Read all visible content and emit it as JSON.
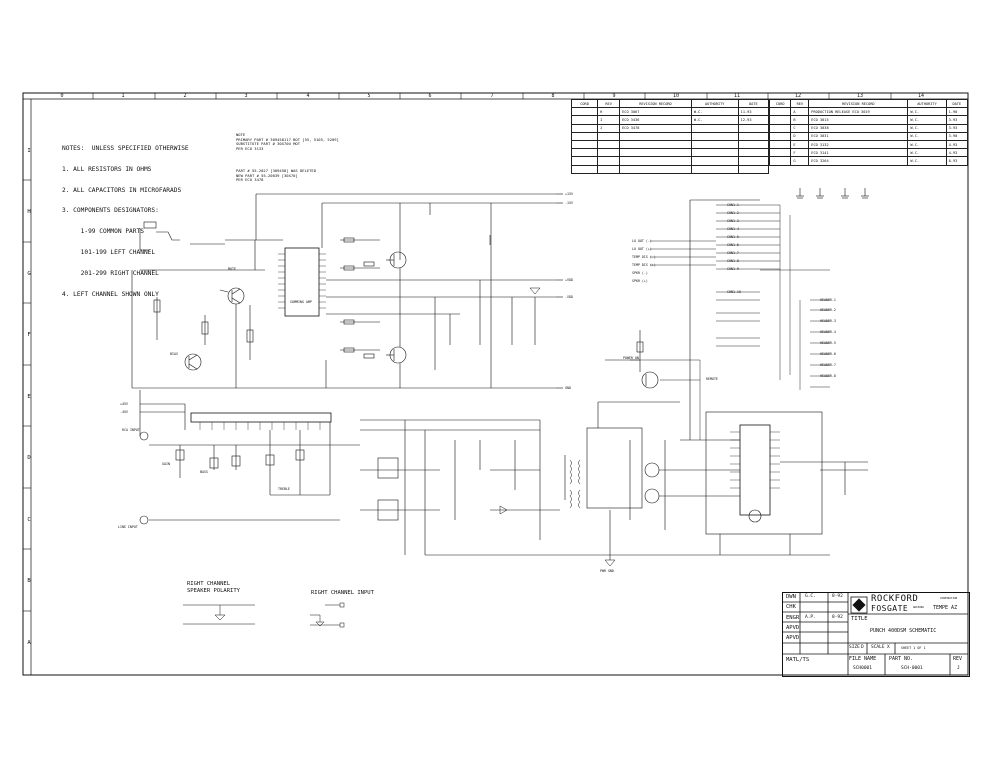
{
  "notes": {
    "header": "NOTES:  UNLESS SPECIFIED OTHERWISE",
    "lines": [
      "1. ALL RESISTORS IN OHMS",
      "2. ALL CAPACITORS IN MICROFARADS",
      "3. COMPONENTS DESIGNATORS:",
      "     1-99 COMMON PARTS",
      "     101-199 LEFT CHANNEL",
      "     201-299 RIGHT CHANNEL",
      "4. LEFT CHANNEL SHOWN ONLY"
    ],
    "right_block_1": "NOTE\nPRIMARY PART # 309458117 BOT [55, 5105, 5209]\nSUBSTITUTE PART # 30X70U MOT\nPER ECO 3133",
    "right_block_2": "PART # 55-2027 [309458] WAS DELETED\nNEW PART # 55-20039 [30X70]\nPER ECO 3478"
  },
  "grid": {
    "columns": [
      "0",
      "1",
      "2",
      "3",
      "4",
      "5",
      "6",
      "7",
      "8",
      "9",
      "10",
      "11",
      "12",
      "13",
      "14"
    ],
    "rows": [
      "I",
      "H",
      "G",
      "F",
      "E",
      "D",
      "C",
      "B",
      "A"
    ]
  },
  "revisions": {
    "headers": [
      "CORD",
      "REV",
      "REVISION RECORD",
      "AUTHORITY",
      "DATE"
    ],
    "left": [
      [
        "",
        "H",
        "ECO 3067",
        "W.C.",
        "11-93"
      ],
      [
        "",
        "I",
        "ECO 3436",
        "W.C.",
        "12-93"
      ],
      [
        "",
        "J",
        "ECO 3478",
        "",
        ""
      ],
      [
        "",
        "",
        "",
        "",
        ""
      ],
      [
        "",
        "",
        "",
        "",
        ""
      ],
      [
        "",
        "",
        "",
        "",
        ""
      ],
      [
        "",
        "",
        "",
        "",
        ""
      ],
      [
        "",
        "",
        "",
        "",
        ""
      ]
    ],
    "right": [
      [
        "",
        "A",
        "PRODUCTION RELEASE ECO 3019",
        "W.C.",
        "1-90"
      ],
      [
        "",
        "B",
        "ECO 3015",
        "W.C.",
        "3-93"
      ],
      [
        "",
        "C",
        "ECO 3038",
        "W.C.",
        "3-93"
      ],
      [
        "",
        "D",
        "ECO 3031",
        "W.C.",
        "3-90"
      ],
      [
        "",
        "E",
        "ECO 3132",
        "W.C.",
        "4-93"
      ],
      [
        "",
        "F",
        "ECO 3141",
        "W.C.",
        "4-93"
      ],
      [
        "",
        "G",
        "ECO 3264",
        "W.C.",
        "8-93"
      ]
    ]
  },
  "title_block": {
    "dwn_label": "DWN",
    "dwn": "G.C.",
    "dwn_date": "8-92",
    "chk_label": "CHK",
    "engr_label": "ENGR",
    "engr": "A.P.",
    "engr_date": "8-92",
    "apvd1_label": "APVD",
    "apvd2_label": "APVD",
    "matl_label": "MATL/TS",
    "company": "ROCKFORD",
    "company2": "FOSGATE",
    "corp": "CORPORATION",
    "division": "ARIZONA",
    "city": "TEMPE AZ",
    "title_label": "TITLE",
    "title": "PUNCH 400DSM SCHEMATIC",
    "size_label": "SIZE",
    "size": "D",
    "scale_label": "SCALE",
    "scale": "X",
    "sheet": "SHEET  1  OF 1",
    "file_label": "FILE NAME",
    "file": "SCH0001",
    "part_label": "PART NO.",
    "part": "SCH-0001",
    "rev_label": "REV",
    "rev": "J"
  },
  "speaker": {
    "title": "RIGHT CHANNEL\nSPEAKER POLARITY",
    "input_title": "RIGHT CHANNEL INPUT"
  },
  "labels": {
    "outputs": [
      "LO OUT (-)",
      "LO OUT (+)",
      "TEMP DIS (-)",
      "TEMP DIS (+)",
      "SPKR (-)",
      "SPKR (+)"
    ],
    "connectors": [
      "CON1-1",
      "CON1-2",
      "CON1-3",
      "CON1-4",
      "CON1-5",
      "CON1-6",
      "CON1-7",
      "CON1-8",
      "CON1-9",
      "CON1-10"
    ],
    "headers": [
      "HEADER-1",
      "HEADER-2",
      "HEADER-3",
      "HEADER-4",
      "HEADER-5",
      "HEADER-6",
      "HEADER-7",
      "HEADER-8"
    ],
    "rails": [
      "+15V",
      "-15V",
      "+VDD",
      "-VDD",
      "+45V",
      "-45V",
      "GND",
      "PWR GND"
    ],
    "misc": [
      "RCA INPUT",
      "LINE INPUT",
      "GAIN",
      "BASS",
      "TREBLE",
      "SUMMING AMP",
      "BIAS",
      "MUTE",
      "POWER ON",
      "REMOTE"
    ]
  }
}
